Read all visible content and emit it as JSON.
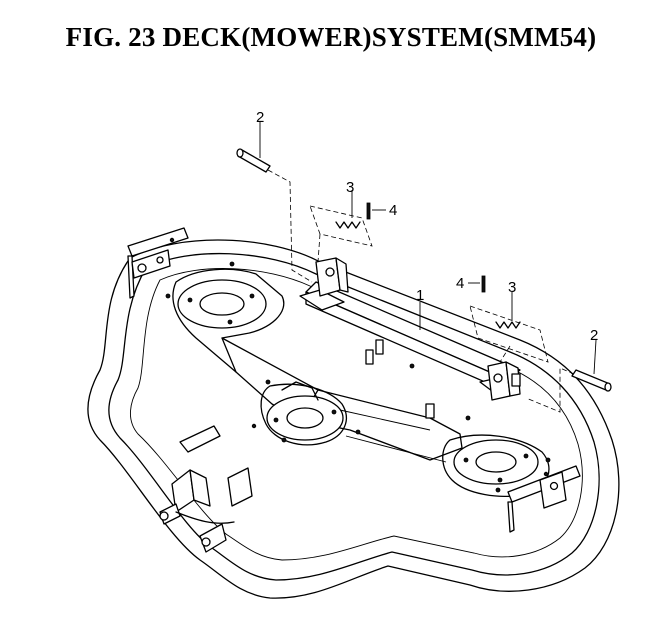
{
  "figure": {
    "title": "FIG. 23  DECK(MOWER)SYSTEM(SMM54)"
  },
  "callouts": {
    "c1": "1",
    "c2_left": "2",
    "c2_right": "2",
    "c3_left": "3",
    "c3_right": "3",
    "c4_left": "4",
    "c4_right": "4"
  }
}
